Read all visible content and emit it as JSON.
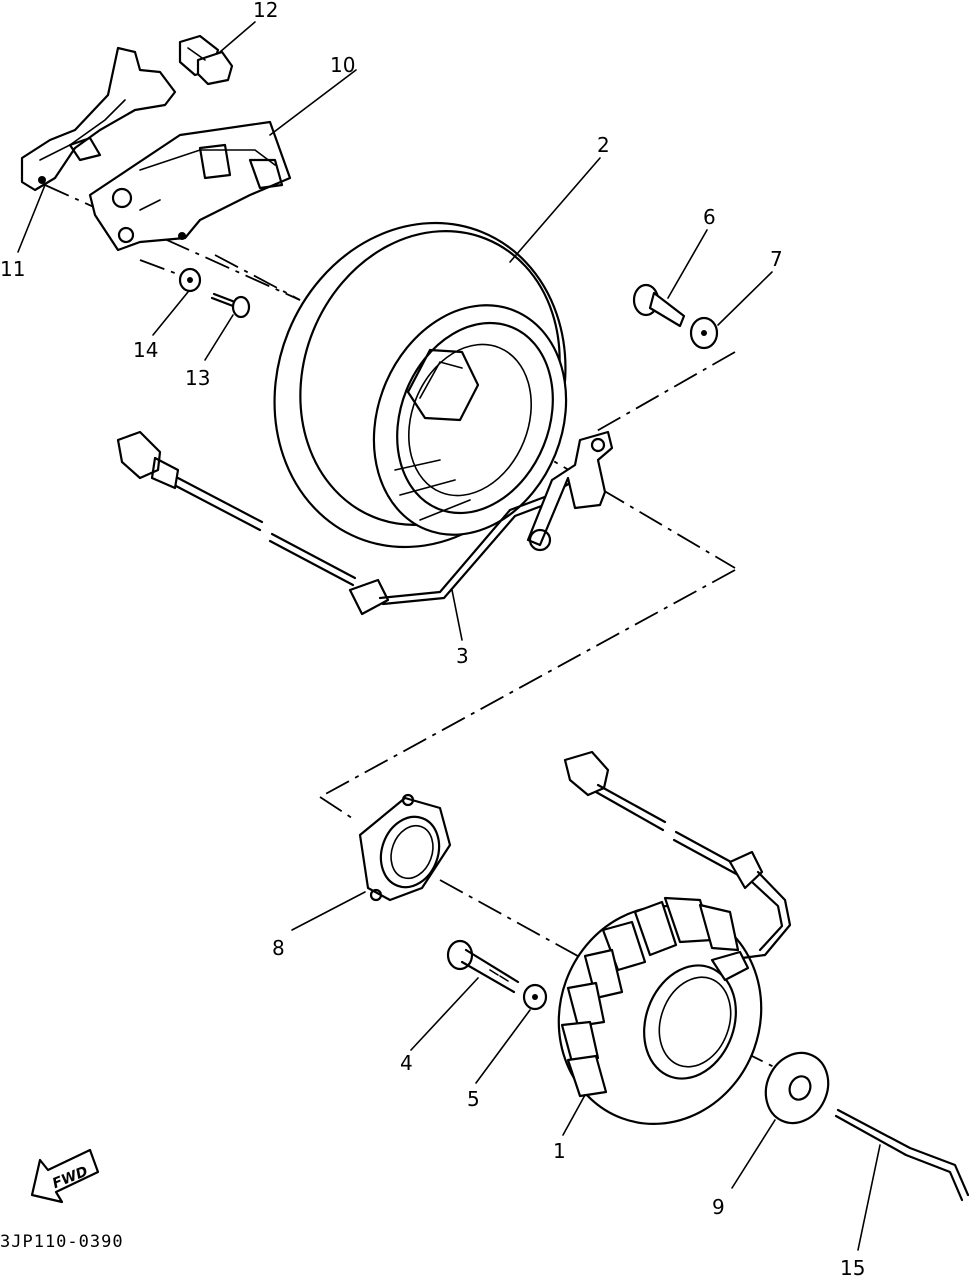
{
  "callouts": [
    {
      "id": "1",
      "label": "1"
    },
    {
      "id": "2",
      "label": "2"
    },
    {
      "id": "3",
      "label": "3"
    },
    {
      "id": "4",
      "label": "4"
    },
    {
      "id": "5",
      "label": "5"
    },
    {
      "id": "6",
      "label": "6"
    },
    {
      "id": "7",
      "label": "7"
    },
    {
      "id": "8",
      "label": "8"
    },
    {
      "id": "9",
      "label": "9"
    },
    {
      "id": "10",
      "label": "10"
    },
    {
      "id": "11",
      "label": "11"
    },
    {
      "id": "12",
      "label": "12"
    },
    {
      "id": "13",
      "label": "13"
    },
    {
      "id": "14",
      "label": "14"
    },
    {
      "id": "15",
      "label": "15"
    }
  ],
  "fwd_label": "FWD",
  "diagram_code": "3JP110-0390"
}
